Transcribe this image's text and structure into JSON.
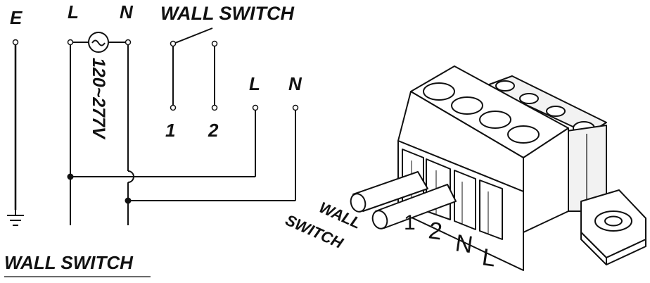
{
  "labels": {
    "earth": "E",
    "line": "L",
    "neutral": "N",
    "switch_title": "WALL SWITCH",
    "voltage": "120~277V",
    "sw_terminal_1": "1",
    "sw_terminal_2": "2",
    "out_line": "L",
    "out_neutral": "N",
    "bottom_title": "WALL SWITCH",
    "conn_wall": "WALL",
    "conn_switch": "SWITCH",
    "conn_1": "1",
    "conn_2": "2",
    "conn_n": "N",
    "conn_l": "L"
  },
  "colors": {
    "line": "#111111",
    "background": "#ffffff"
  }
}
